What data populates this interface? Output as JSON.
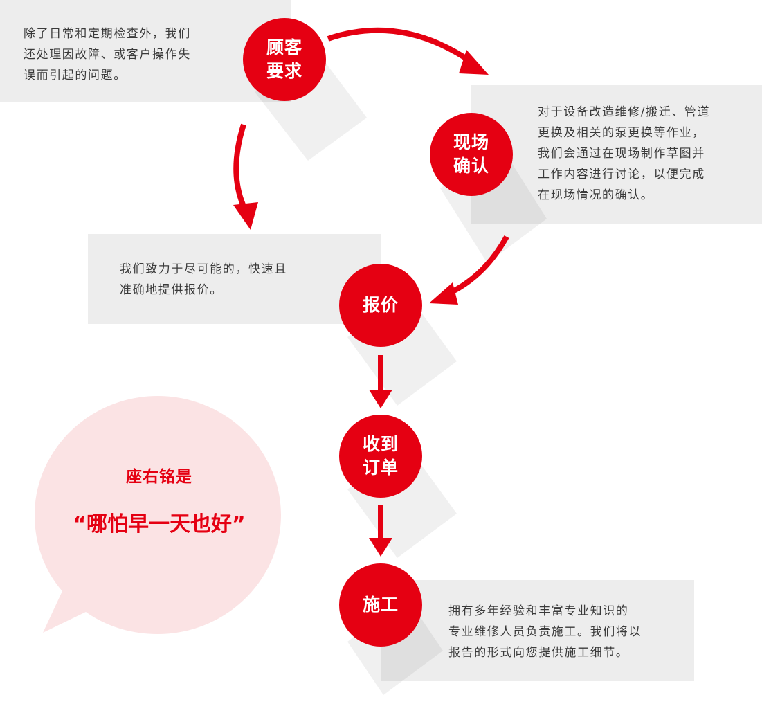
{
  "steps": [
    {
      "id": "request",
      "label": "顾客\n要求"
    },
    {
      "id": "confirm",
      "label": "现场\n确认"
    },
    {
      "id": "quote",
      "label": "报价"
    },
    {
      "id": "order",
      "label": "收到\n订单"
    },
    {
      "id": "build",
      "label": "施工"
    }
  ],
  "descriptions": {
    "request": "除了日常和定期检查外，我们\n还处理因故障、或客户操作失\n误而引起的问题。",
    "confirm": "对于设备改造维修/搬迁、管道\n更换及相关的泵更换等作业，\n我们会通过在现场制作草图并\n工作内容进行讨论，以便完成\n在现场情况的确认。",
    "quote": "我们致力于尽可能的，快速且\n准确地提供报价。",
    "build": "拥有多年经验和丰富专业知识的\n专业维修人员负责施工。我们将以\n报告的形式向您提供施工细节。"
  },
  "motto": {
    "title": "座右铭是",
    "quote": "“哪怕早一天也好”"
  },
  "colors": {
    "accent": "#e50012",
    "box": "#ededed",
    "bubble": "#fbe3e4",
    "text": "#3a3a3a"
  }
}
